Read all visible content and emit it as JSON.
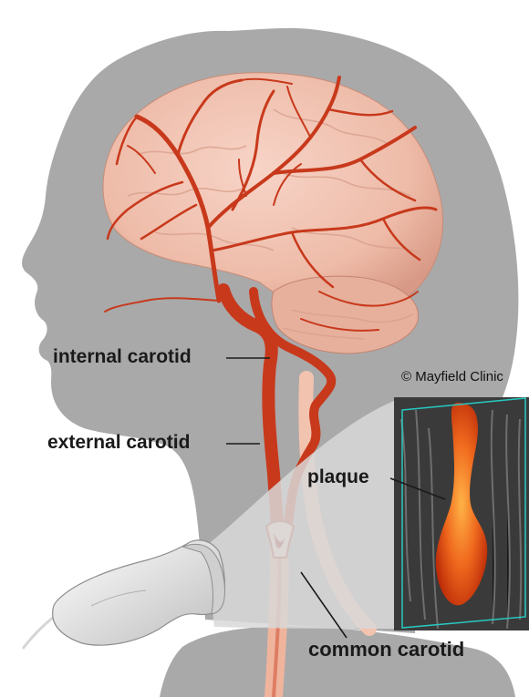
{
  "labels": {
    "internal": "internal carotid",
    "external": "external carotid",
    "plaque": "plaque",
    "common": "common carotid"
  },
  "credit": "© Mayfield Clinic",
  "colors": {
    "silhouette": "#a7a7a7",
    "brain": "#f1c3b4",
    "artery": "#c8391c",
    "artery_pale": "#f0b9a2",
    "ultrasound_border": "#27c9c2",
    "flow": "#e34410"
  },
  "icons": {
    "probe": "ultrasound-probe-icon"
  }
}
